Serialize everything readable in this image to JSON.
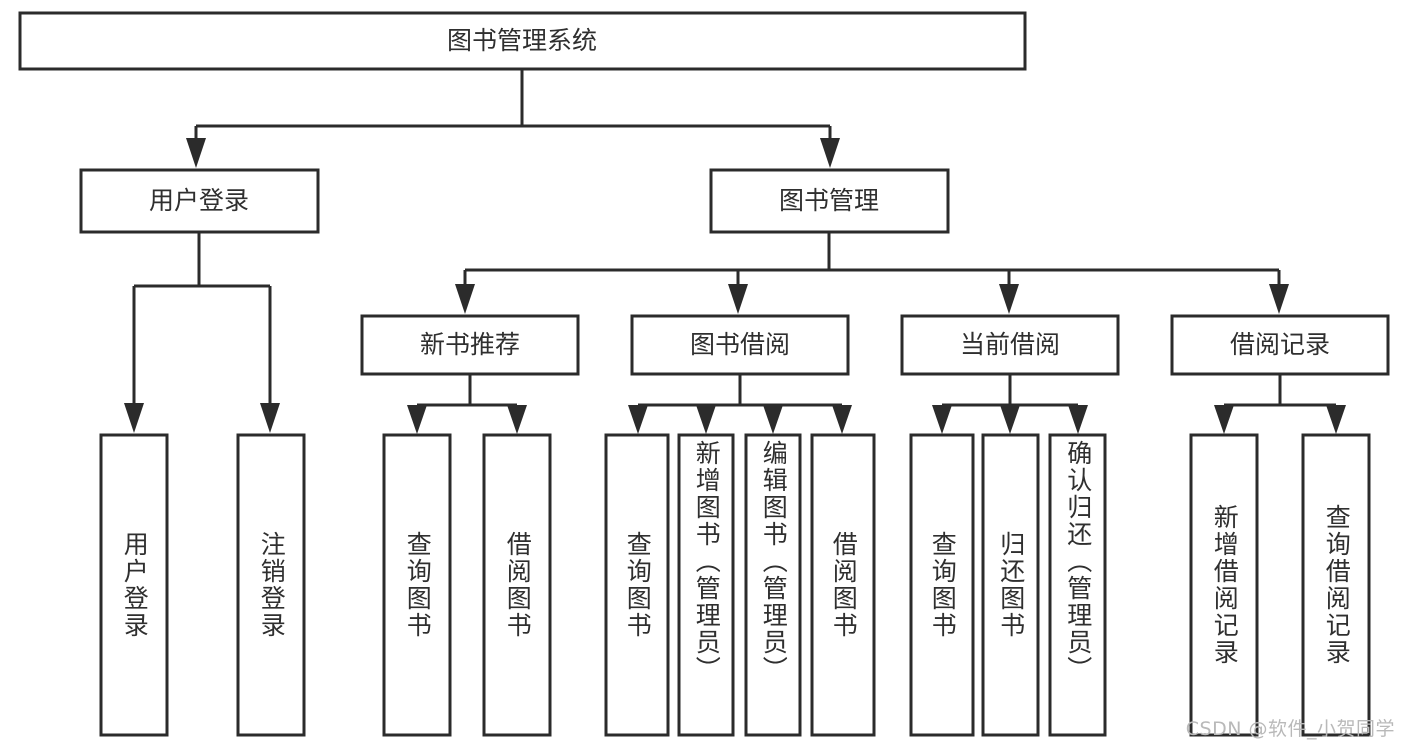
{
  "diagram": {
    "type": "tree-hierarchy",
    "title": "图书管理系统",
    "watermark": "CSDN @软件_小贺同学",
    "colors": {
      "box_stroke": "#2b2b2b",
      "box_fill": "#ffffff",
      "text": "#2f2f2f",
      "connector": "#2b2b2b",
      "watermark": "#b9b9b9",
      "background": "#ffffff"
    },
    "root": {
      "label": "图书管理系统"
    },
    "level2": [
      {
        "label": "用户登录"
      },
      {
        "label": "图书管理"
      }
    ],
    "level3": [
      {
        "label": "新书推荐"
      },
      {
        "label": "图书借阅"
      },
      {
        "label": "当前借阅"
      },
      {
        "label": "借阅记录"
      }
    ],
    "leaves": {
      "user_login": [
        {
          "label": "用户登录"
        },
        {
          "label": "注销登录"
        }
      ],
      "new_book_recommend": [
        {
          "label": "查询图书"
        },
        {
          "label": "借阅图书"
        }
      ],
      "book_borrow": [
        {
          "label": "查询图书"
        },
        {
          "label": "新增图书（管理员）"
        },
        {
          "label": "编辑图书（管理员）"
        },
        {
          "label": "借阅图书"
        }
      ],
      "current_borrow": [
        {
          "label": "查询图书"
        },
        {
          "label": "归还图书"
        },
        {
          "label": "确认归还（管理员）"
        }
      ],
      "borrow_record": [
        {
          "label": "新增借阅记录"
        },
        {
          "label": "查询借阅记录"
        }
      ]
    }
  }
}
